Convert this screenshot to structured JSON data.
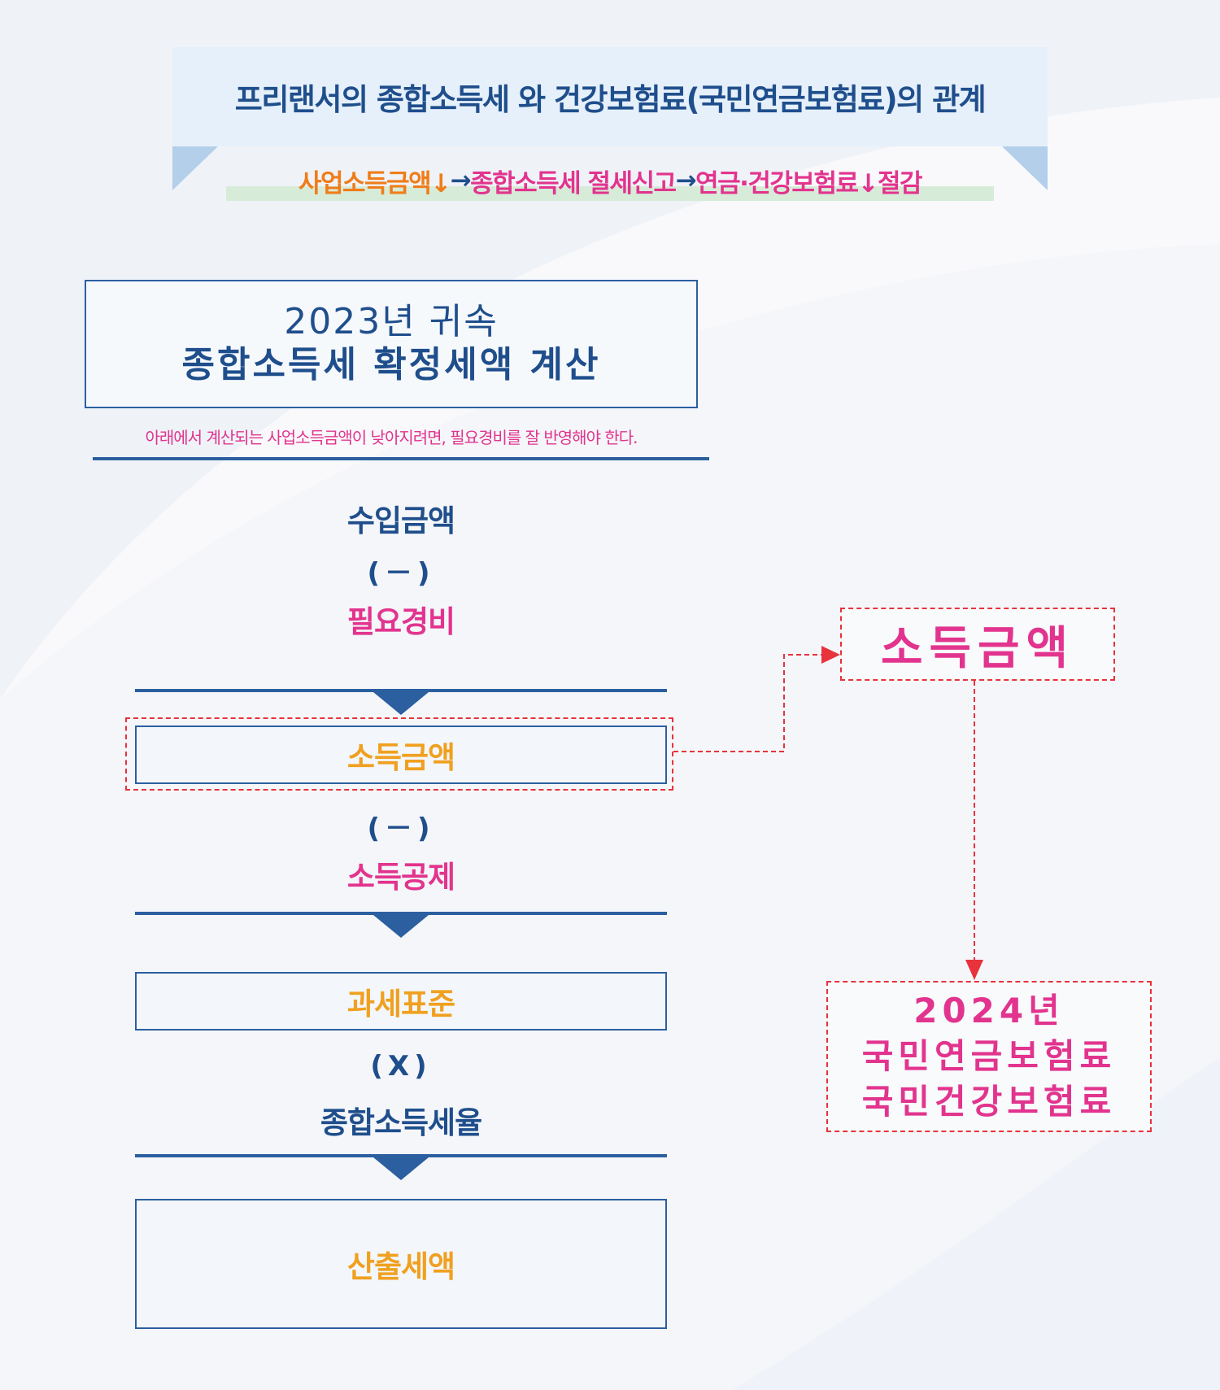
{
  "header": {
    "title": "프리랜서의  종합소득세 와 건강보험료(국민연금보험료)의 관계",
    "subtitle_part1": "사업소득금액↓",
    "arrow1": "→",
    "subtitle_part2": "종합소득세 절세신고",
    "arrow2": "→",
    "subtitle_part3": "연금·건강보험료↓절감"
  },
  "title_box": {
    "line1": "2023년 귀속",
    "line2": "종합소득세 확정세액 계산"
  },
  "note": "아래에서 계산되는 사업소득금액이 낮아지려면, 필요경비를 잘 반영해야 한다.",
  "flow": {
    "step1": "수입금액",
    "op1": "(－)",
    "step2": "필요경비",
    "box1": "소득금액",
    "op2": "(－)",
    "step3": "소득공제",
    "box2": "과세표준",
    "op3": "(X)",
    "step4": "종합소득세율",
    "box3": "산출세액"
  },
  "side": {
    "box1": "소득금액",
    "box2_line1": "2024년",
    "box2_line2": "국민연금보험료",
    "box2_line3": "국민건강보험료"
  },
  "colors": {
    "navy": "#1f4e8c",
    "pink": "#e2348e",
    "orange": "#f0a020",
    "red_dash": "#e8323c"
  }
}
